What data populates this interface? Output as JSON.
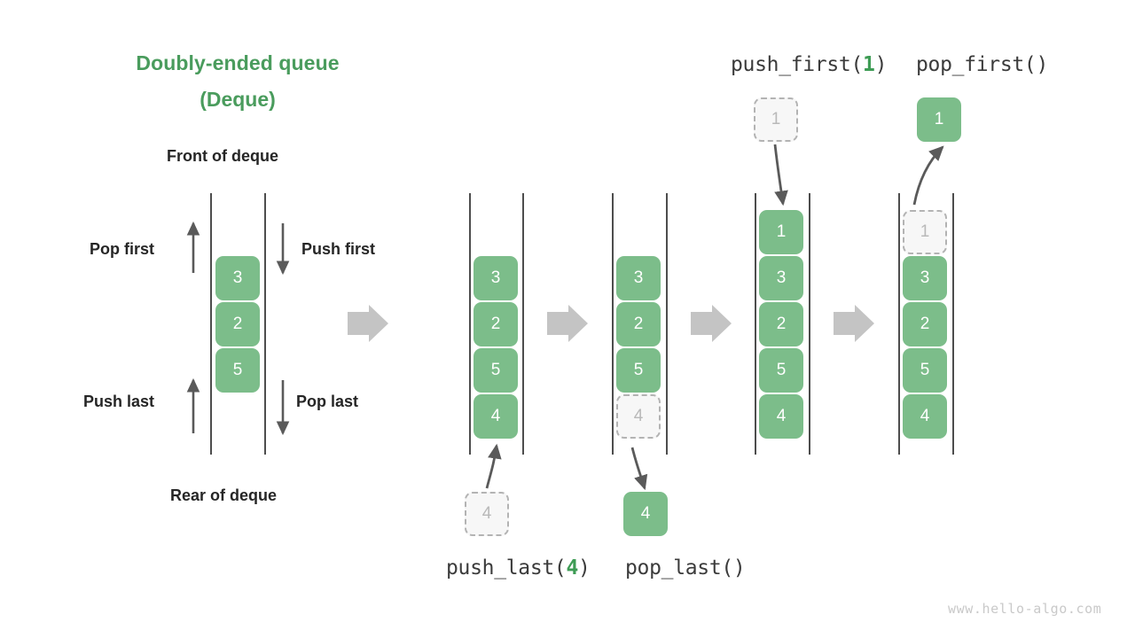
{
  "diagram": {
    "title_line1": "Doubly-ended queue",
    "title_line2": "(Deque)",
    "front_label": "Front of deque",
    "rear_label": "Rear of deque",
    "watermark": "www.hello-algo.com",
    "accent_color": "#4a9c5d",
    "node_color": "#7cbd8a",
    "ghost_color": "#f7f7f7",
    "arrow_color": "#5a5a5a",
    "flow_arrow_color": "#c4c4c4",
    "rail_color": "#4d4d4d"
  },
  "legend": {
    "pop_first": "Pop first",
    "push_first": "Push first",
    "push_last": "Push last",
    "pop_last": "Pop last"
  },
  "operations": {
    "push_last": {
      "prefix": "push_last(",
      "arg": "4",
      "suffix": ")"
    },
    "pop_last": {
      "prefix": "pop_last()",
      "arg": "",
      "suffix": ""
    },
    "push_first": {
      "prefix": "push_first(",
      "arg": "1",
      "suffix": ")"
    },
    "pop_first": {
      "prefix": "pop_first()",
      "arg": "",
      "suffix": ""
    }
  },
  "panels": [
    {
      "name": "initial-deque",
      "stack": [
        {
          "value": "3",
          "ghost": false
        },
        {
          "value": "2",
          "ghost": false
        },
        {
          "value": "5",
          "ghost": false
        }
      ],
      "external": []
    },
    {
      "name": "push-last-result",
      "stack": [
        {
          "value": "3",
          "ghost": false
        },
        {
          "value": "2",
          "ghost": false
        },
        {
          "value": "5",
          "ghost": false
        },
        {
          "value": "4",
          "ghost": false
        }
      ],
      "external": [
        {
          "value": "4",
          "ghost": true,
          "position": "bottom"
        }
      ]
    },
    {
      "name": "pop-last-result",
      "stack": [
        {
          "value": "3",
          "ghost": false
        },
        {
          "value": "2",
          "ghost": false
        },
        {
          "value": "5",
          "ghost": false
        },
        {
          "value": "4",
          "ghost": true
        }
      ],
      "external": [
        {
          "value": "4",
          "ghost": false,
          "position": "bottom"
        }
      ]
    },
    {
      "name": "push-first-result",
      "stack": [
        {
          "value": "1",
          "ghost": false
        },
        {
          "value": "3",
          "ghost": false
        },
        {
          "value": "2",
          "ghost": false
        },
        {
          "value": "5",
          "ghost": false
        },
        {
          "value": "4",
          "ghost": false
        }
      ],
      "external": [
        {
          "value": "1",
          "ghost": true,
          "position": "top"
        }
      ]
    },
    {
      "name": "pop-first-result",
      "stack": [
        {
          "value": "1",
          "ghost": true
        },
        {
          "value": "3",
          "ghost": false
        },
        {
          "value": "2",
          "ghost": false
        },
        {
          "value": "5",
          "ghost": false
        },
        {
          "value": "4",
          "ghost": false
        }
      ],
      "external": [
        {
          "value": "1",
          "ghost": false,
          "position": "top"
        }
      ]
    }
  ]
}
